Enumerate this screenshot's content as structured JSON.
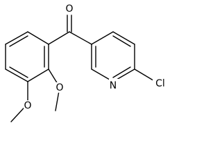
{
  "molecule": {
    "atoms": {
      "carbonyl_oxygen": "O",
      "ring_nitrogen": "N",
      "chlorine": "Cl",
      "methoxy_oxygen_1": "O",
      "methoxy_oxygen_2": "O"
    }
  },
  "colors": {
    "bond": "#000000",
    "text": "#000000",
    "background": "#ffffff"
  }
}
